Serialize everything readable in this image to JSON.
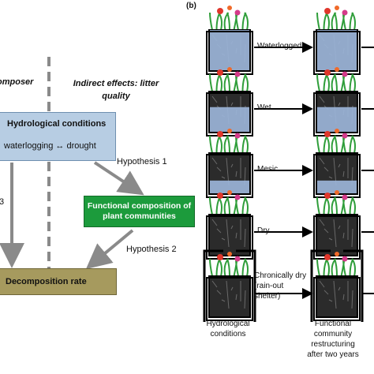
{
  "left": {
    "decomposer_label": "omposer",
    "indirect_label": "Indirect effects: litter quality",
    "hydro_title": "Hydrological conditions",
    "hydro_sub": "waterlogging ↔ drought",
    "hypothesis1": "Hypothesis 1",
    "hypothesis2": "Hypothesis 2",
    "func_box": "Functional composition of plant communities",
    "decomp_box": "Decomposition rate",
    "cut_label": "3"
  },
  "right": {
    "panel_label": "(b)",
    "rows": [
      {
        "label": "Waterlogged",
        "water": 1.0
      },
      {
        "label": "Wet",
        "water": 0.62
      },
      {
        "label": "Mesic",
        "water": 0.33
      },
      {
        "label": "Dry",
        "water": 0.0
      },
      {
        "label": "Chronically dry (rain-out shelter)",
        "water": 0.0
      }
    ],
    "col1_caption": "Hydrological conditions",
    "col2_caption": "Functional community restructuring after two years"
  },
  "colors": {
    "hydro": "#b7cde3",
    "functional": "#1c9b3c",
    "decomposition": "#a69a5e",
    "water": "#9bb4d8",
    "soil": "#2b2b2b"
  }
}
